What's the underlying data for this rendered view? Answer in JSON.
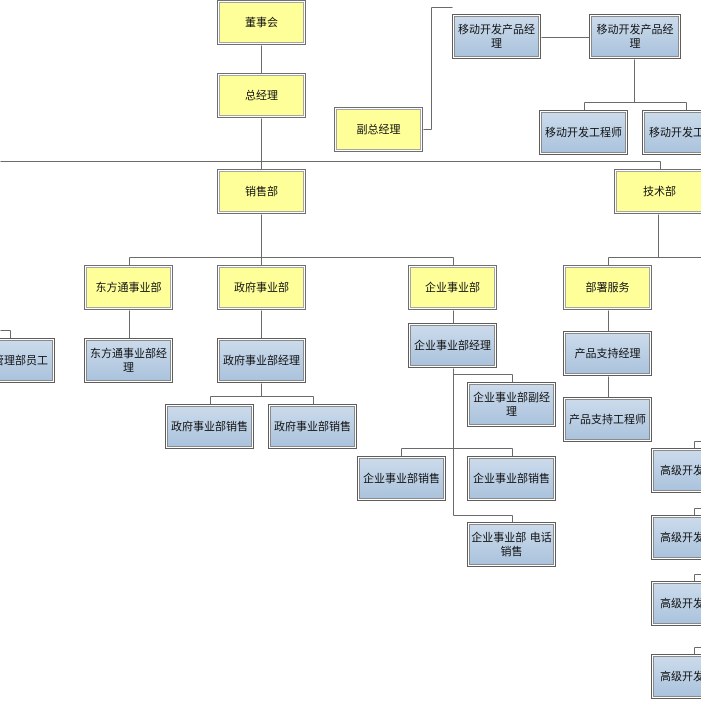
{
  "colors": {
    "yellow_fill": "#ffff99",
    "blue_fill": "#b9cde2",
    "line": "#6a6a6a"
  },
  "nodes": {
    "board": "董事会",
    "gm": "总经理",
    "vice_gm": "副总经理",
    "mobile_pm_1": "移动开发产品经理",
    "mobile_pm_2": "移动开发产品经理",
    "mobile_eng_1": "移动开发工程师",
    "mobile_eng_2": "移动开发工",
    "sales_dept": "销售部",
    "tech_dept": "技术部",
    "dongfangtong_div": "东方通事业部",
    "gov_div": "政府事业部",
    "enterprise_div": "企业事业部",
    "deploy_service": "部署服务",
    "admin_staff": "管理部员工",
    "dongfangtong_mgr": "东方通事业部经理",
    "gov_mgr": "政府事业部经理",
    "gov_sales_1": "政府事业部销售",
    "gov_sales_2": "政府事业部销售",
    "ent_mgr": "企业事业部经理",
    "ent_deputy_mgr": "企业事业部副经理",
    "ent_sales_1": "企业事业部销售",
    "ent_sales_2": "企业事业部销售",
    "ent_phone_sales": "企业事业部 电话销售",
    "product_support_mgr": "产品支持经理",
    "product_support_eng": "产品支持工程师",
    "senior_dev_1": "高级开发",
    "senior_dev_2": "高级开发",
    "senior_dev_3": "高级开发",
    "senior_dev_4": "高级开发"
  }
}
